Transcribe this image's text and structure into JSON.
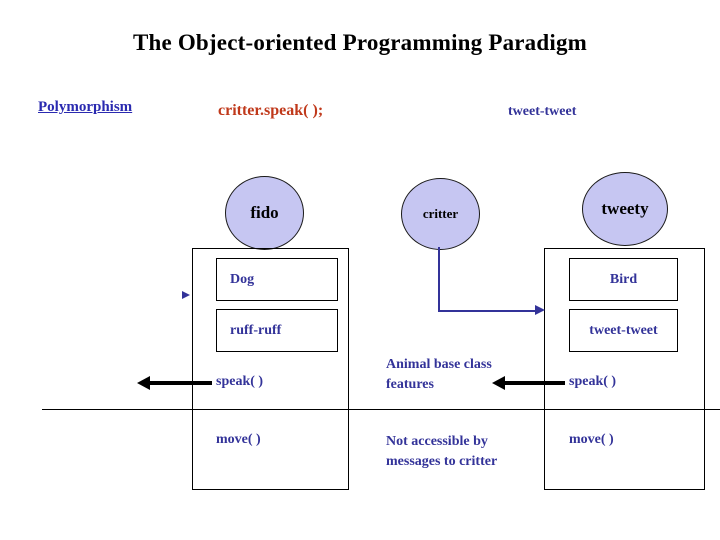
{
  "slide": {
    "title": "The Object-oriented Programming Paradigm",
    "background_color": "#ffffff"
  },
  "labels": {
    "polymorphism": "Polymorphism",
    "critter_speak_call": "critter.speak( );",
    "tweet_top": "tweet-tweet"
  },
  "objects": [
    {
      "name": "fido",
      "shape": "ellipse",
      "fill": "#c6c6f2",
      "text_color": "#000000"
    },
    {
      "name": "critter",
      "shape": "ellipse",
      "fill": "#c6c6f2",
      "text_color": "#000000"
    },
    {
      "name": "tweety",
      "shape": "ellipse",
      "fill": "#c6c6f2",
      "text_color": "#000000"
    }
  ],
  "classes": [
    {
      "id": "dog",
      "class_name": "Dog",
      "sound": "ruff-ruff",
      "methods": [
        "speak( )",
        "move( )"
      ]
    },
    {
      "id": "bird",
      "class_name": "Bird",
      "sound": "tweet-tweet",
      "methods": [
        "speak( )",
        "move( )"
      ]
    }
  ],
  "notes": {
    "animal_base": "Animal base class features",
    "not_accessible": "Not accessible by messages to critter"
  },
  "colors": {
    "accent_blue": "#333399",
    "link_blue": "#2a2ab0",
    "call_red": "#c0391b",
    "ellipse_fill": "#c6c6f2",
    "line_black": "#000000"
  }
}
